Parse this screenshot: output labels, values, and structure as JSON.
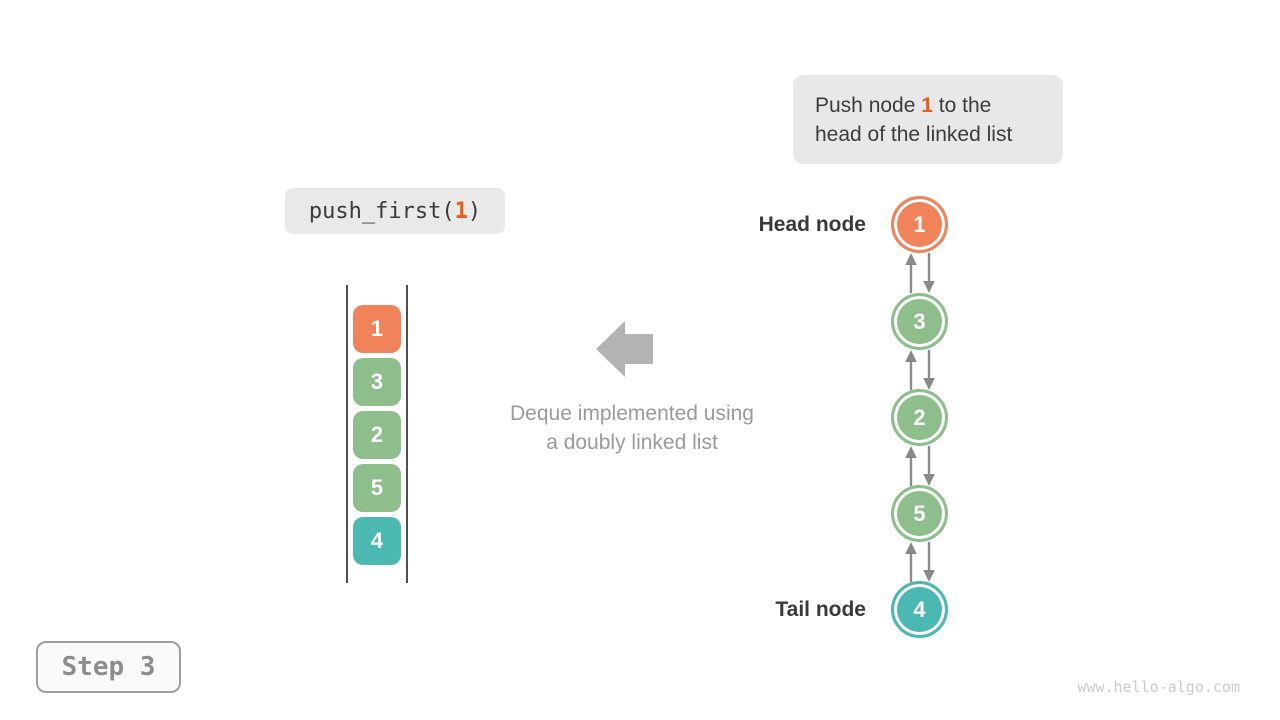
{
  "colors": {
    "orange": "#f0835a",
    "green": "#8dbe8b",
    "teal": "#4bb8b1",
    "accent": "#e85d1b",
    "arrow_gray": "#8a8a8a",
    "block_arrow_gray": "#b3b3b3",
    "box_bg": "#e8e8e8"
  },
  "annotation": {
    "part_before": "Push node ",
    "highlight": "1",
    "part_after": " to the head of the linked list"
  },
  "code": {
    "prefix": "push_first(",
    "arg": "1",
    "suffix": ")"
  },
  "stack": {
    "items": [
      {
        "value": "1",
        "color": "#f0835a"
      },
      {
        "value": "3",
        "color": "#8dbe8b"
      },
      {
        "value": "2",
        "color": "#8dbe8b"
      },
      {
        "value": "5",
        "color": "#8dbe8b"
      },
      {
        "value": "4",
        "color": "#4bb8b1"
      }
    ]
  },
  "caption": {
    "line1": "Deque implemented using",
    "line2": "a doubly linked list"
  },
  "list": {
    "head_label": "Head node",
    "tail_label": "Tail node",
    "nodes": [
      {
        "value": "1",
        "color": "#f0835a"
      },
      {
        "value": "3",
        "color": "#8dbe8b"
      },
      {
        "value": "2",
        "color": "#8dbe8b"
      },
      {
        "value": "5",
        "color": "#8dbe8b"
      },
      {
        "value": "4",
        "color": "#4bb8b1"
      }
    ]
  },
  "step": {
    "label": "Step 3"
  },
  "watermark": "www.hello-algo.com"
}
